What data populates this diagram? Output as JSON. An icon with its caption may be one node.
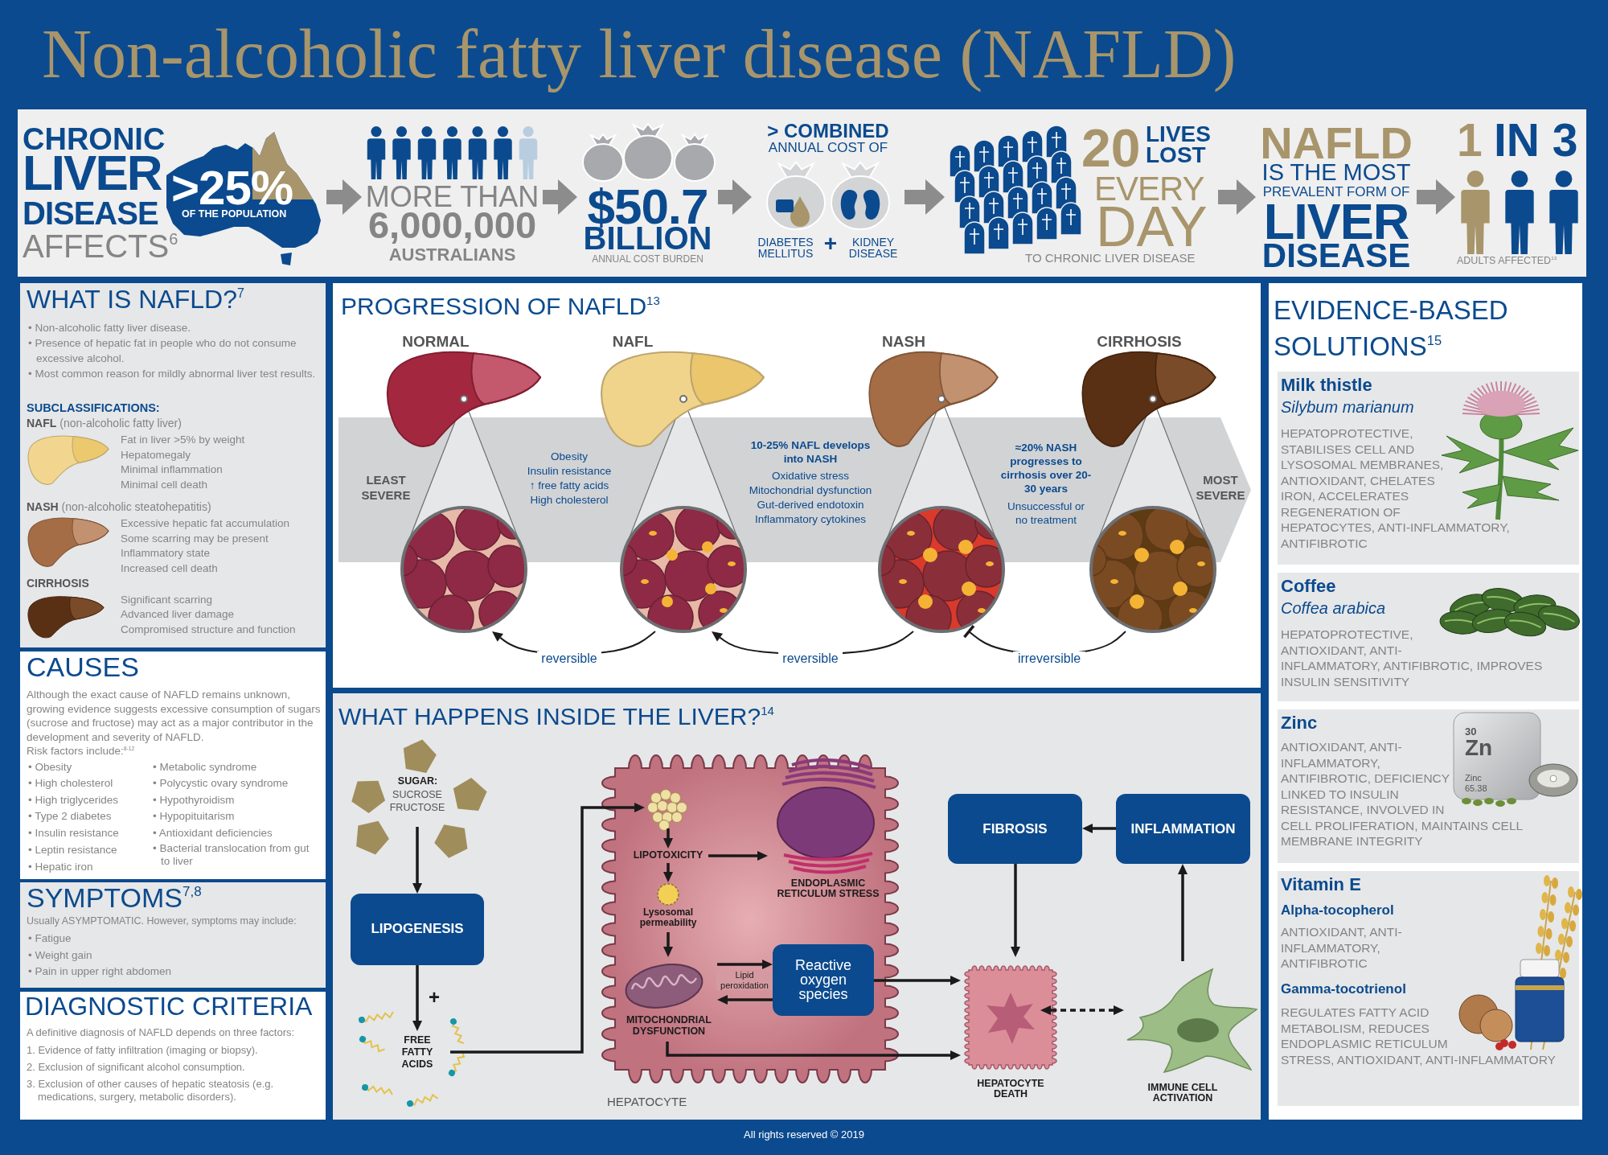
{
  "diagram": {
    "title": "Non-alcoholic fatty liver disease (NAFLD)",
    "nodes": [
      {
        "text": [
          "CHRONIC",
          "LIVER",
          "DISEASE",
          "AFFECTS$^{6}$",
          ">25%",
          "OF THE POPULATION"
        ]
      },
      {
        "text": [
          "MORE THAN",
          "6,000,000",
          "AUSTRALIANS"
        ]
      },
      {
        "text": [
          "$50.7",
          "BILLION",
          "ANNUAL COST BURDEN"
        ]
      },
      {
        "text": [
          "> COMBINED",
          "ANNUAL COST OF",
          "DIABETES MELLITUS",
          "+",
          "KIDNEY DISEASE"
        ]
      },
      {
        "text": [
          "20",
          "LIVES LOST",
          "EVERY",
          "DAY",
          "TO CHRONIC LIVER DISEASE"
        ]
      },
      {
        "text": [
          "NAFLD",
          "IS THE MOST",
          "PREVALENT FORM OF",
          "LIVER",
          "DISEASE"
        ]
      },
      {
        "text": [
          "1",
          "IN 3",
          "ADULTS AFFECTED$^{13}$"
        ]
      },
      {
        "text": [
          "WHAT IS NAFLD?$^{7}$",
          "• Non-alcoholic fatty liver disease.",
          "• Presence of hepatic fat in people who do not consume excessive alcohol.",
          "• Most common reason for mildly abnormal liver test results.",
          "SUBCLASSIFICATIONS:",
          "**NAFL** (non-alcoholic fatty liver)",
          "Fat in liver >5% by weight",
          "Hepatomegaly",
          "Minimal inflammation",
          "Minimal cell death",
          "**NASH** (non-alcoholic steatohepatitis)",
          "Excessive hepatic fat accumulation",
          "Some scarring may be present",
          "Inflammatory state",
          "Increased cell death",
          "CIRRHOSIS",
          "Significant scarring",
          "Advanced liver damage",
          "Compromised structure and function"
        ]
      },
      {
        "text": [
          "CAUSES",
          "Although the exact cause of NAFLD remains unknown, growing evidence suggests excessive consumption of sugars (sucrose and fructose) may act as a major contributor in the development and severity of NAFLD.",
          "Risk factors include:$^{8-12}$",
          "• Obesity",
          "• High cholesterol",
          "• High triglycerides",
          "• Type 2 diabetes",
          "• Insulin resistance",
          "• Leptin resistance",
          "• Hepatic iron",
          "• Metabolic syndrome",
          "• Polycystic ovary syndrome",
          "• Hypothyroidism",
          "• Hypopituitarism",
          "• Antioxidant deficiencies",
          "• Bacterial translocation from gut to liver"
        ]
      },
      {
        "text": [
          "SYMPTOMS$^{7,8}$",
          "Usually ASYMPTOMATIC. However, symptoms may include:",
          "• Fatigue",
          "• Weight gain",
          "• Pain in upper right abdomen"
        ]
      },
      {
        "text": [
          "DIAGNOSTIC CRITERIA",
          "A definitive diagnosis of NAFLD depends on three factors:",
          "1. Evidence of fatty infiltration (imaging or biopsy).",
          "2. Exclusion of significant alcohol consumption.",
          "3. Exclusion of other causes of hepatic steatosis (e.g. medications, surgery, metabolic disorders)."
        ]
      },
      {
        "text": [
          "PROGRESSION OF NAFLD$^{13}$"
        ]
      },
      {
        "text": [
          "NORMAL"
        ],
        "in": 11
      },
      {
        "text": [
          "NAFL"
        ],
        "in": 11
      },
      {
        "text": [
          "NASH"
        ],
        "in": 11
      },
      {
        "text": [
          "CIRRHOSIS"
        ],
        "in": 11
      },
      {
        "text": [
          "WHAT HAPPENS INSIDE THE LIVER?$^{14}$"
        ]
      },
      {
        "text": [
          "SUGAR:",
          "SUCROSE FRUCTOSE"
        ],
        "in": 16
      },
      {
        "text": [
          "LIPOGENESIS"
        ],
        "in": 16
      },
      {
        "text": [
          "FREE FATTY ACIDS"
        ],
        "in": 16
      },
      {
        "text": [
          "HEPATOCYTE"
        ],
        "in": 16
      },
      {
        "text": [],
        "shape": "picture",
        "in": 20
      },
      {
        "text": [
          "LIPOTOXICITY"
        ],
        "in": 20
      },
      {
        "text": [
          "ENDOPLASMIC RETICULUM STRESS"
        ],
        "in": 20
      },
      {
        "text": [
          "Lysosomal permeability"
        ],
        "in": 20
      },
      {
        "text": [
          "MITOCHONDRIAL DYSFUNCTION"
        ],
        "in": 20
      },
      {
        "text": [
          "Reactive oxygen species"
        ],
        "in": 20
      },
      {
        "text": [
          "FIBROSIS"
        ],
        "in": 16
      },
      {
        "text": [
          "INFLAMMATION"
        ],
        "in": 16
      },
      {
        "text": [
          "HEPATOCYTE DEATH"
        ],
        "in": 16
      },
      {
        "text": [
          "IMMUNE CELL ACTIVATION"
        ],
        "in": 16
      },
      {
        "text": [
          "EVIDENCE-BASED SOLUTIONS$^{15}$"
        ]
      },
      {
        "text": [
          "Milk thistle",
          "Silybum marianum",
          "HEPATOPROTECTIVE, STABILISES CELL AND LYSOSOMAL MEMBRANES, ANTIOXIDANT, CHELATES IRON, ACCELERATES REGENERATION OF HEPATOCYTES, ANTI-INFLAMMATORY, ANTIFIBROTIC"
        ],
        "in": 31
      },
      {
        "text": [
          "Coffee",
          "Coffea arabica",
          "HEPATOPROTECTIVE, ANTIOXIDANT, ANTI-INFLAMMATORY, ANTIFIBROTIC, IMPROVES INSULIN SENSITIVITY"
        ],
        "in": 31
      },
      {
        "text": [
          "Zinc",
          "ANTIOXIDANT, ANTI-INFLAMMATORY, ANTIFIBROTIC, DEFICIENCY LINKED TO INSULIN RESISTANCE, INVOLVED IN CELL PROLIFERATION, MAINTAINS CELL MEMBRANE INTEGRITY"
        ],
        "in": 31
      },
      {
        "text": [
          "Vitamin E",
          "Alpha-tocopherol",
          "ANTIOXIDANT, ANTI-INFLAMMATORY, ANTIFIBROTIC",
          "Gamma-tocotrienol",
          "REGULATES FATTY ACID METABOLISM, REDUCES ENDOPLASMIC RETICULUM STRESS, ANTIOXIDANT, ANTI-INFLAMMATORY"
        ],
        "in": 31
      }
    ],
    "edges": [
      {
        "from": 0,
        "to": 1,
        "arrow": "to",
        "style": "thick",
        "color": "#8c8c8c"
      },
      {
        "from": 1,
        "to": 2,
        "arrow": "to",
        "style": "thick",
        "color": "#8c8c8c"
      },
      {
        "from": 2,
        "to": 3,
        "arrow": "to",
        "style": "thick",
        "color": "#8c8c8c"
      },
      {
        "from": 3,
        "to": 4,
        "arrow": "to",
        "style": "thick",
        "color": "#8c8c8c"
      },
      {
        "from": 4,
        "to": 5,
        "arrow": "to",
        "style": "thick",
        "color": "#8c8c8c"
      },
      {
        "from": 5,
        "to": 6,
        "arrow": "to",
        "style": "thick",
        "color": "#8c8c8c"
      },
      {
        "from": 13,
        "to": 12,
        "arrow": "to",
        "label": "reversible"
      },
      {
        "from": 14,
        "to": 13,
        "arrow": "to",
        "label": "reversible"
      },
      {
        "from": 15,
        "to": 14,
        "arrow": "other",
        "label": "irreversible"
      },
      {
        "from": 17,
        "to": 18,
        "arrow": "to"
      },
      {
        "from": 18,
        "to": 19,
        "arrow": "to",
        "label": "+"
      },
      {
        "from": 19,
        "to": 21,
        "arrow": "to"
      },
      {
        "from": 21,
        "to": 22,
        "arrow": "to"
      },
      {
        "from": 22,
        "to": 23,
        "arrow": "to"
      },
      {
        "from": 22,
        "to": 24,
        "arrow": "to"
      },
      {
        "from": 24,
        "to": 25,
        "arrow": "to"
      },
      {
        "from": 25,
        "to": 26,
        "arrow": "to"
      },
      {
        "from": 26,
        "to": 25,
        "arrow": "to",
        "label": "Lipid peroxidation"
      },
      {
        "from": 26,
        "to": 29,
        "arrow": "to"
      },
      {
        "from": 25,
        "to": 29,
        "arrow": "to"
      },
      {
        "from": 27,
        "to": 29,
        "arrow": "to"
      },
      {
        "from": 28,
        "to": 27,
        "arrow": "to"
      },
      {
        "from": 30,
        "to": 28,
        "arrow": "to"
      },
      {
        "from": 29,
        "to": 30,
        "arrow": "both",
        "style": "dashed"
      }
    ],
    "labels": [
      "LEAST SEVERE",
      "Obesity",
      "Insulin resistance",
      "↑ free fatty acids",
      "High cholesterol",
      "10-25% NAFL develops into NASH",
      "Oxidative stress",
      "Mitochondrial dysfunction",
      "Gut-derived endotoxin",
      "Inflammatory cytokines",
      "≈20% NASH progresses to cirrhosis over 20-30 years",
      "Unsuccessful or no treatment",
      "MOST SEVERE",
      "30",
      "Zn",
      "Zinc",
      "65.38",
      "All rights reserved © 2019"
    ]
  }
}
